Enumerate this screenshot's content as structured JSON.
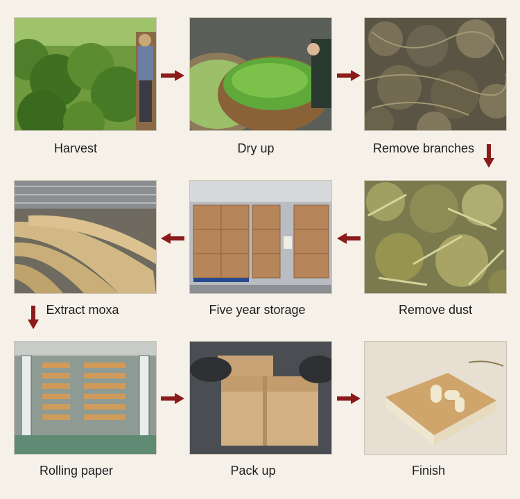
{
  "colors": {
    "arrow": "#8b1a1a",
    "background": "#f5f1e9"
  },
  "steps": [
    {
      "id": "harvest",
      "label": "Harvest"
    },
    {
      "id": "dry-up",
      "label": "Dry up"
    },
    {
      "id": "remove-branches",
      "label": "Remove branches"
    },
    {
      "id": "extract-moxa",
      "label": "Extract moxa"
    },
    {
      "id": "five-year-storage",
      "label": "Five year storage"
    },
    {
      "id": "remove-dust",
      "label": "Remove dust"
    },
    {
      "id": "rolling-paper",
      "label": "Rolling paper"
    },
    {
      "id": "pack-up",
      "label": "Pack up"
    },
    {
      "id": "finish",
      "label": "Finish"
    }
  ]
}
